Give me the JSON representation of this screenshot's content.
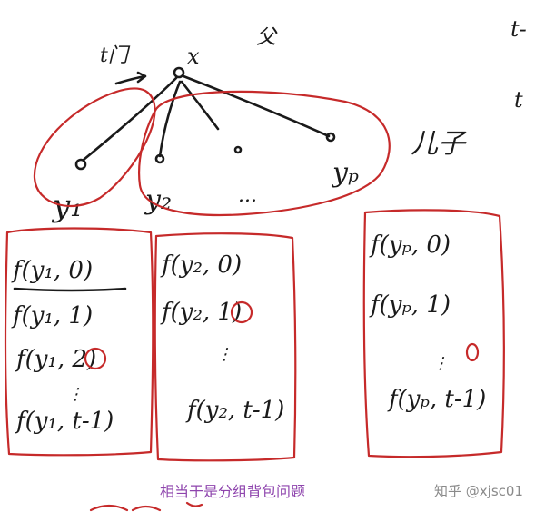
{
  "diagram": {
    "root": {
      "x_label": "x",
      "t_label": "t门",
      "top_label": "父"
    },
    "right_edge_labels": [
      "t-",
      "t"
    ],
    "son_label": "儿子",
    "children": [
      {
        "label": "y₁"
      },
      {
        "label": "y₂"
      },
      {
        "label": "..."
      },
      {
        "label": "yₚ"
      }
    ],
    "groups": [
      {
        "items": [
          "f(y₁, 0)",
          "f(y₁, 1)",
          "f(y₁, 2)",
          "⋮",
          "f(y₁, t-1)"
        ]
      },
      {
        "items": [
          "f(y₂, 0)",
          "f(y₂, 1)",
          "⋮",
          "f(y₂, t-1)"
        ]
      },
      {
        "items": [
          "f(yₚ, 0)",
          "f(yₚ, 1)",
          "⋮",
          "f(yₚ, t-1)"
        ]
      }
    ],
    "caption": "相当于是分组背包问题",
    "watermark": "知乎 @xjsc01"
  }
}
